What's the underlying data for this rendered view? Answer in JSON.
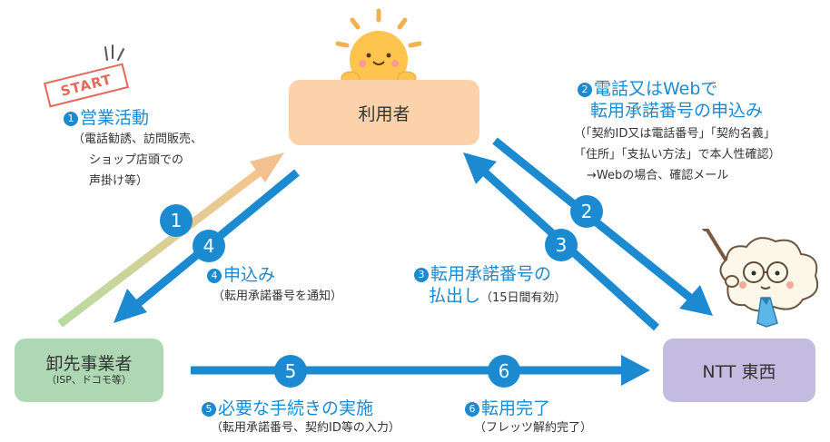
{
  "nodes": {
    "user": "利用者",
    "wholesaler": "卸先事業者",
    "wholesaler_sub": "（ISP、ドコモ等）",
    "ntt": "NTT 東西"
  },
  "start_label": "START",
  "steps": [
    {
      "num": "1",
      "title": "営業活動",
      "body": [
        "（電話勧誘、訪問販売、",
        "ショップ店頭での",
        "声掛け等）"
      ]
    },
    {
      "num": "2",
      "title_lines": [
        "電話又はWebで",
        "転用承諾番号の申込み"
      ],
      "body": [
        "（「契約ID又は電話番号」「契約名義」",
        "「住所」「支払い方法」で本人性確認）",
        "→Webの場合、確認メール"
      ]
    },
    {
      "num": "3",
      "title_lines": [
        "転用承諾番号の",
        "払出し"
      ],
      "note": "（15日間有効）"
    },
    {
      "num": "4",
      "title": "申込み",
      "body": [
        "（転用承諾番号を通知）"
      ]
    },
    {
      "num": "5",
      "title": "必要な手続きの実施",
      "body": [
        "（転用承諾番号、契約ID等の入力）"
      ]
    },
    {
      "num": "6",
      "title": "転用完了",
      "body": [
        "（フレッツ解約完了）"
      ]
    }
  ],
  "colors": {
    "arrow_blue": "#1b8ad1",
    "user_box": "#fbd2a9",
    "wholesaler_box": "#aed8b3",
    "ntt_box": "#c4bbe1",
    "start_red": "#e46b5b"
  },
  "icons": [
    "sun-mascot-icon",
    "cloud-mascot-icon"
  ]
}
